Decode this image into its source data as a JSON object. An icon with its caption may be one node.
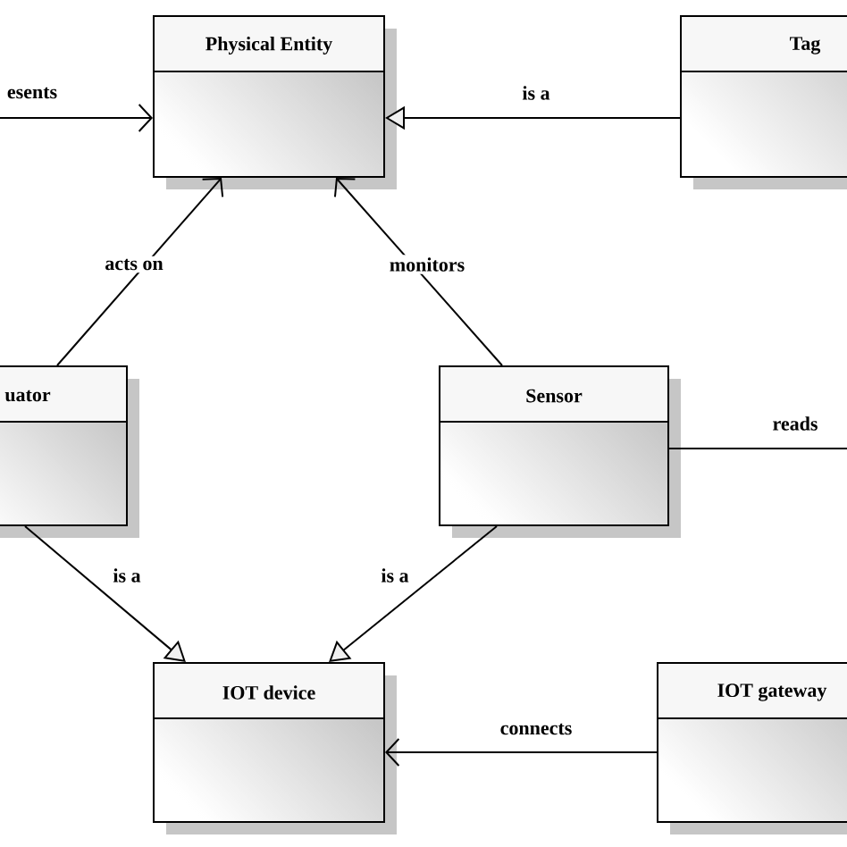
{
  "diagram": {
    "nodes": [
      {
        "text": [
          "Physical Entity"
        ]
      },
      {
        "text": [
          "Tag"
        ]
      },
      {
        "text": [
          "uator"
        ]
      },
      {
        "text": [
          "Sensor"
        ]
      },
      {
        "text": [
          "IOT device"
        ]
      },
      {
        "text": [
          "IOT gateway"
        ]
      }
    ],
    "edges": [
      {
        "from": null,
        "to": 0,
        "arrow": "to",
        "label": "esents"
      },
      {
        "from": 1,
        "to": 0,
        "arrow": "to",
        "label": "is a"
      },
      {
        "from": 2,
        "to": 0,
        "arrow": "to",
        "label": "acts on"
      },
      {
        "from": 3,
        "to": 0,
        "arrow": "to",
        "label": "monitors"
      },
      {
        "from": 3,
        "to": null,
        "arrow": "none",
        "label": "reads"
      },
      {
        "from": 2,
        "to": 4,
        "arrow": "to",
        "label": "is a"
      },
      {
        "from": 3,
        "to": 4,
        "arrow": "to",
        "label": "is a"
      },
      {
        "from": 5,
        "to": 4,
        "arrow": "to",
        "label": "connects"
      }
    ]
  }
}
